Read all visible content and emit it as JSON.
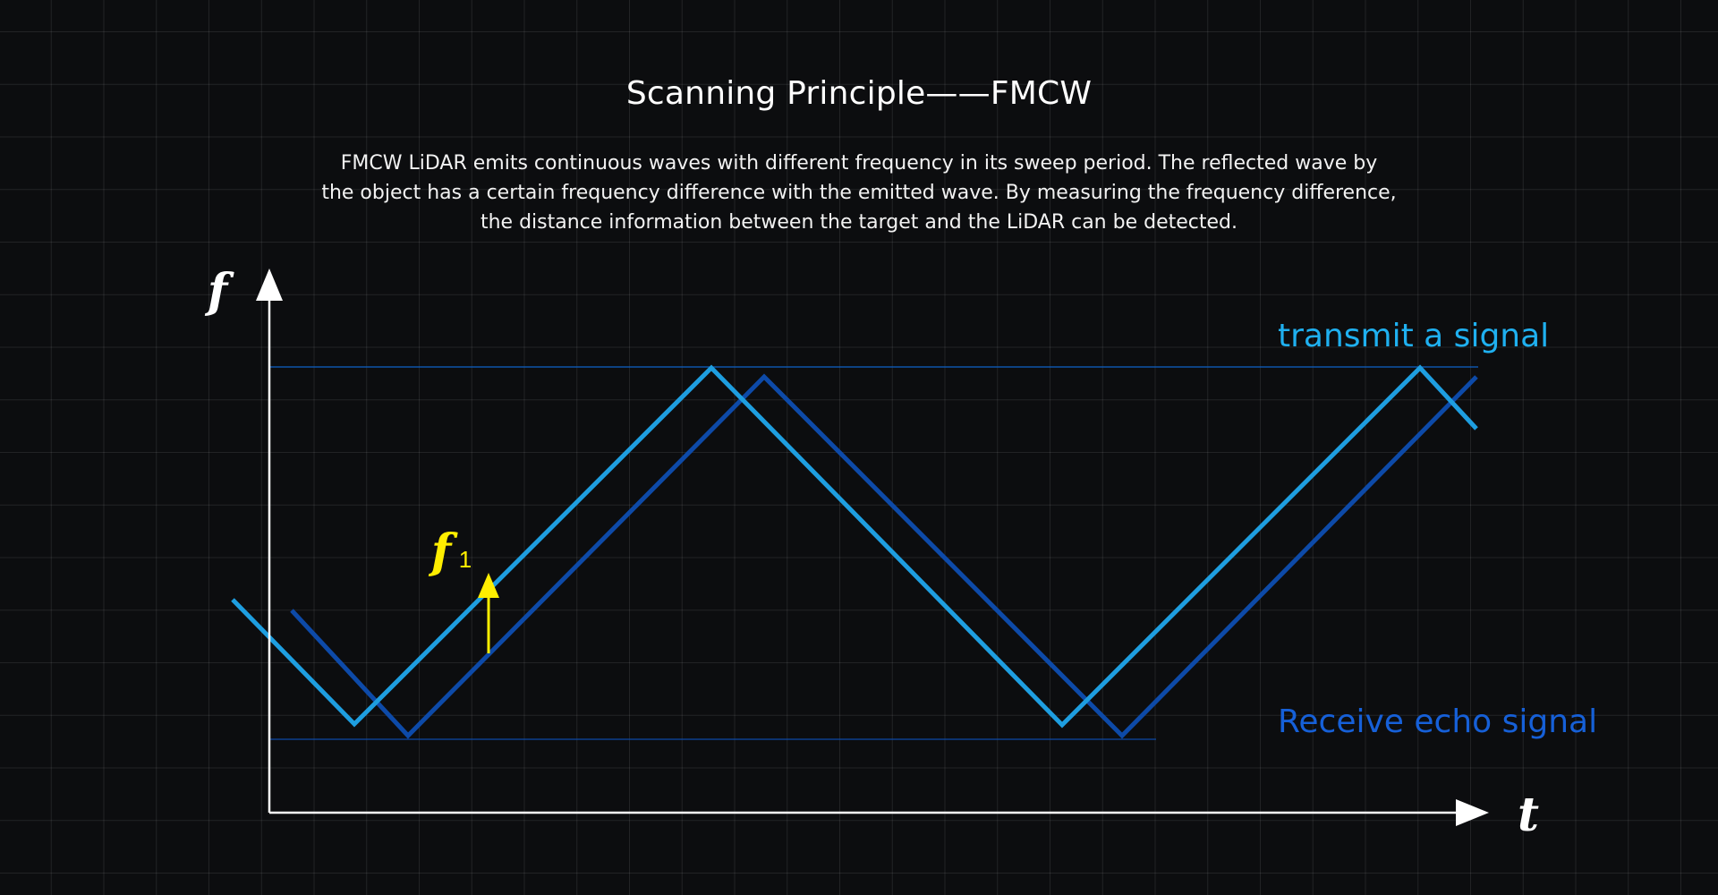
{
  "header": {
    "title": "Scanning Principle——FMCW",
    "description_lines": [
      "FMCW LiDAR emits continuous waves with different frequency in its sweep period. The reflected wave by",
      "the object has a certain frequency difference with the emitted wave. By measuring the frequency difference,",
      "the distance information between the target and the LiDAR can be detected."
    ]
  },
  "diagram": {
    "y_axis_label": "f",
    "x_axis_label": "t",
    "f1_label": "f",
    "f1_subscript": "1",
    "transmit_label": "transmit a signal",
    "receive_label": "Receive echo signal"
  },
  "colors": {
    "background": "#0c0d0f",
    "transmit": "#1e9ee0",
    "receive": "#0d4aa8",
    "transmit_label": "#1fb0f0",
    "receive_label": "#1660d8",
    "axis": "#ffffff",
    "f1_arrow": "#ffee00",
    "guide_line": "#0e62c8"
  }
}
